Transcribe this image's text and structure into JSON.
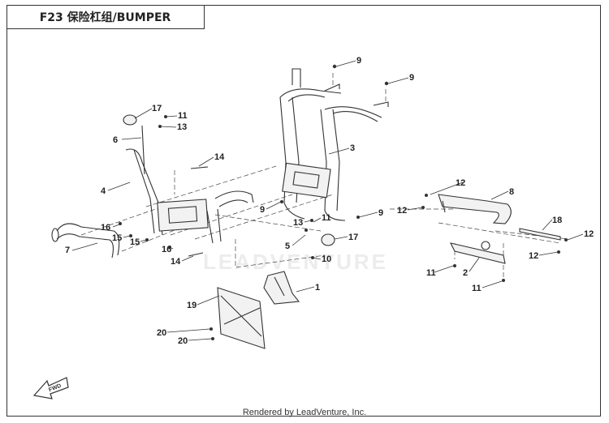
{
  "header": {
    "title": "F23 保险杠组/BUMPER"
  },
  "watermark": "LEADVENTURE",
  "credit": "Rendered by LeadVenture, Inc.",
  "fwd_label": "FWD",
  "callouts": [
    {
      "id": "c9a",
      "label": "9"
    },
    {
      "id": "c9b",
      "label": "9"
    },
    {
      "id": "c3",
      "label": "3"
    },
    {
      "id": "c17a",
      "label": "17"
    },
    {
      "id": "c11a",
      "label": "11"
    },
    {
      "id": "c13a",
      "label": "13"
    },
    {
      "id": "c6",
      "label": "6"
    },
    {
      "id": "c14a",
      "label": "14"
    },
    {
      "id": "c4",
      "label": "4"
    },
    {
      "id": "c16a",
      "label": "16"
    },
    {
      "id": "c15a",
      "label": "15"
    },
    {
      "id": "c15b",
      "label": "15"
    },
    {
      "id": "c7",
      "label": "7"
    },
    {
      "id": "c16b",
      "label": "16"
    },
    {
      "id": "c14b",
      "label": "14"
    },
    {
      "id": "c9c",
      "label": "9"
    },
    {
      "id": "c13b",
      "label": "13"
    },
    {
      "id": "c11b",
      "label": "11"
    },
    {
      "id": "c9d",
      "label": "9"
    },
    {
      "id": "c17b",
      "label": "17"
    },
    {
      "id": "c5",
      "label": "5"
    },
    {
      "id": "c10",
      "label": "10"
    },
    {
      "id": "c1",
      "label": "1"
    },
    {
      "id": "c19",
      "label": "19"
    },
    {
      "id": "c20a",
      "label": "20"
    },
    {
      "id": "c20b",
      "label": "20"
    },
    {
      "id": "c12a",
      "label": "12"
    },
    {
      "id": "c8",
      "label": "8"
    },
    {
      "id": "c12b",
      "label": "12"
    },
    {
      "id": "c18",
      "label": "18"
    },
    {
      "id": "c12c",
      "label": "12"
    },
    {
      "id": "c12d",
      "label": "12"
    },
    {
      "id": "c11c",
      "label": "11"
    },
    {
      "id": "c2",
      "label": "2"
    },
    {
      "id": "c11d",
      "label": "11"
    }
  ]
}
